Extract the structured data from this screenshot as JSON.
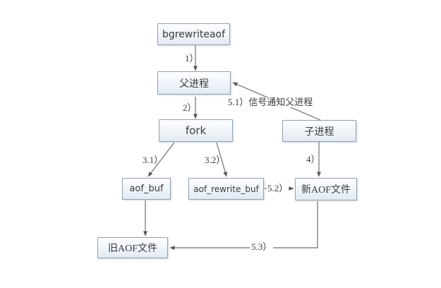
{
  "diagram": {
    "description": "Redis bgrewriteaof AOF rewrite flow diagram",
    "colors": {
      "background": "#ffffff",
      "node_border": "#94a0ae",
      "node_fill_top": "#fdfeff",
      "node_fill_bottom": "#e1e9f3",
      "line": "#6e6e6e",
      "arrowhead": "#585858",
      "text": "#3b3b3b"
    },
    "nodes": {
      "bgrewriteaof": {
        "label": "bgrewriteaof"
      },
      "parent_process": {
        "label": "父进程"
      },
      "fork": {
        "label": "fork"
      },
      "child_process": {
        "label": "子进程"
      },
      "aof_buf": {
        "label": "aof_buf"
      },
      "aof_rewrite_buf": {
        "label": "aof_rewrite_buf"
      },
      "new_aof_file": {
        "label": "新AOF文件"
      },
      "old_aof_file": {
        "label": "旧AOF文件"
      }
    },
    "steps": {
      "step1": {
        "label": "1）"
      },
      "step2": {
        "label": "2）"
      },
      "step3_1": {
        "label": "3.1）"
      },
      "step3_2": {
        "label": "3.2）"
      },
      "step4": {
        "label": "4）"
      },
      "step5_1": {
        "label": "5.1）信号通知父进程"
      },
      "step5_2": {
        "label": "5.2）"
      },
      "step5_3": {
        "label": "5.3）"
      }
    }
  }
}
